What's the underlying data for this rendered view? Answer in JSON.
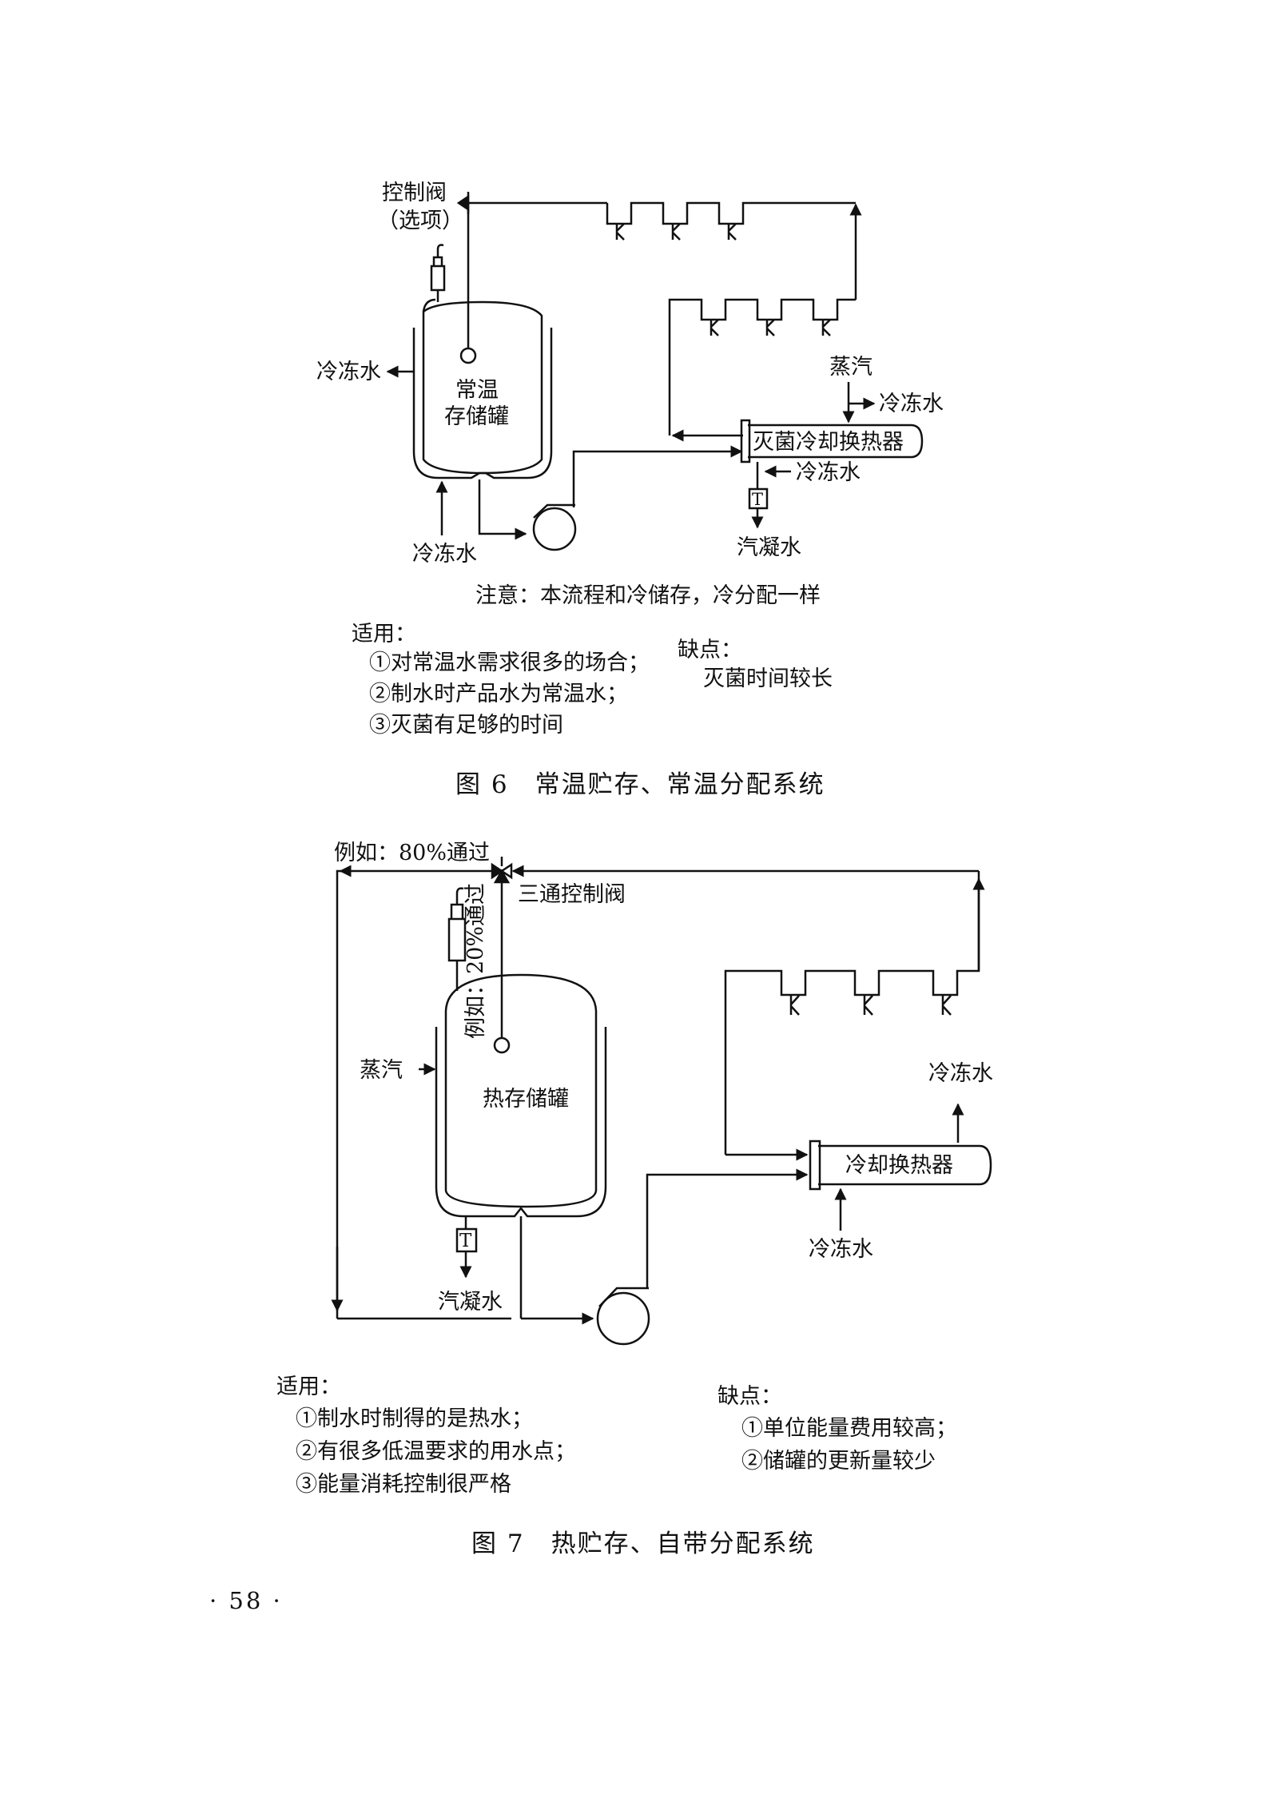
{
  "fig6": {
    "control_valve": "控制阀",
    "control_valve_option": "（选项）",
    "tank_line1": "常温",
    "tank_line2": "存储罐",
    "chilled_water_out_left": "冷冻水",
    "chilled_water_in_bottom": "冷冻水",
    "steam": "蒸汽",
    "chilled_water_out_right": "冷冻水",
    "heat_exchanger": "灭菌冷却换热器",
    "chilled_water_in_exchanger": "冷冻水",
    "trap_label": "T",
    "condensate": "汽凝水",
    "note": "注意：本流程和冷储存，冷分配一样",
    "applicable_title": "适用：",
    "applicable_items": [
      "①对常温水需求很多的场合；",
      "②制水时产品水为常温水；",
      "③灭菌有足够的时间"
    ],
    "disadvantage_title": "缺点：",
    "disadvantage_items": [
      "灭菌时间较长"
    ],
    "caption": "图 6　常温贮存、常温分配系统"
  },
  "fig7": {
    "pass_80": "例如：80%通过",
    "pass_20": "例如：20%通过",
    "three_way_valve": "三通控制阀",
    "steam": "蒸汽",
    "tank": "热存储罐",
    "chilled_water_out": "冷冻水",
    "heat_exchanger": "冷却换热器",
    "chilled_water_in": "冷冻水",
    "trap_label": "T",
    "condensate": "汽凝水",
    "applicable_title": "适用：",
    "applicable_items": [
      "①制水时制得的是热水；",
      "②有很多低温要求的用水点；",
      "③能量消耗控制很严格"
    ],
    "disadvantage_title": "缺点：",
    "disadvantage_items": [
      "①单位能量费用较高；",
      "②储罐的更新量较少"
    ],
    "caption": "图 7　热贮存、自带分配系统"
  },
  "page_number": "· 58 ·"
}
